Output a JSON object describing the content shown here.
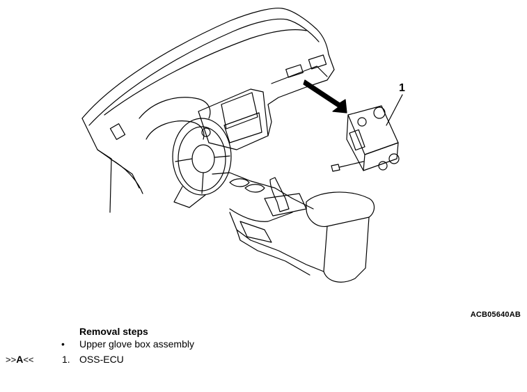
{
  "figure": {
    "callout_number": "1",
    "code": "ACB05640AB"
  },
  "removal": {
    "title": "Removal steps",
    "steps": [
      {
        "marker": "•",
        "label": "Upper glove box assembly"
      },
      {
        "number": "1.",
        "label": "OSS-ECU",
        "ref_prefix": ">>",
        "ref_letter": "A",
        "ref_suffix": "<<"
      }
    ]
  },
  "colors": {
    "line": "#000000",
    "background": "#ffffff"
  }
}
